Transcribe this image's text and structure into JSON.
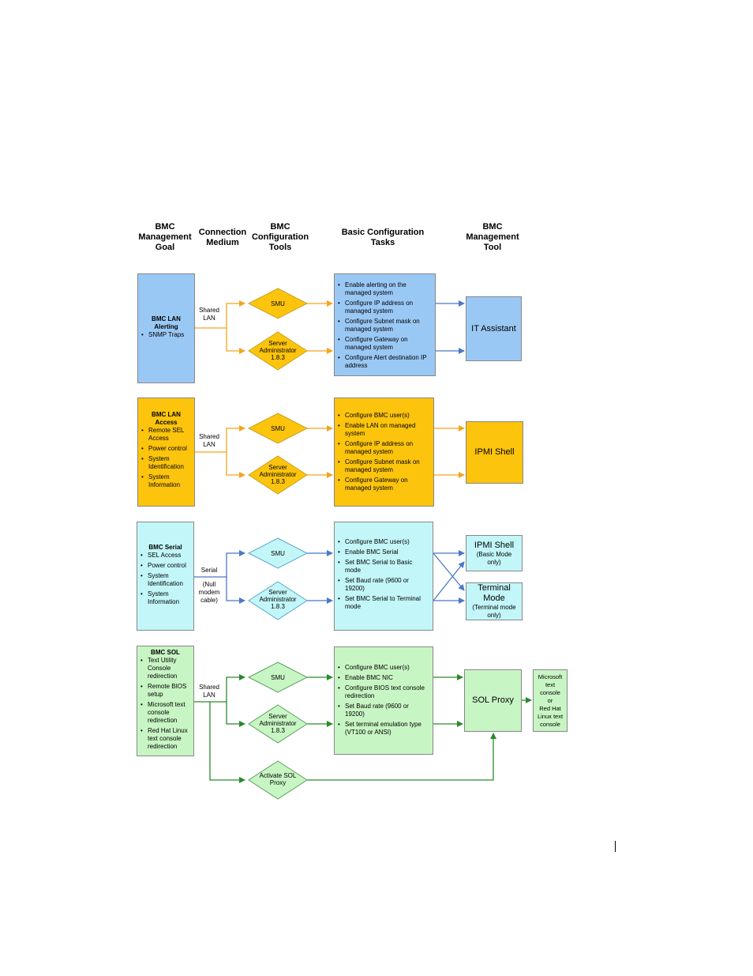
{
  "headers": {
    "goal": "BMC\nManagement\nGoal",
    "medium": "Connection\nMedium",
    "tools": "BMC\nConfiguration\nTools",
    "tasks": "Basic Configuration\nTasks",
    "mgmt_tool": "BMC\nManagement\nTool"
  },
  "colors": {
    "blue_fill": "#9ac8f5",
    "orange_fill": "#fcc40c",
    "cyan_fill": "#c2f6f8",
    "green_fill": "#c8f5c4",
    "orange_line": "#f3a51d",
    "blue_line": "#4a78c8",
    "green_line": "#2a8a2a"
  },
  "rows": [
    {
      "goal_title": "BMC LAN\nAlerting",
      "goal_items": [
        "SNMP Traps"
      ],
      "medium": "Shared\nLAN",
      "tool_a": "SMU",
      "tool_b": [
        "Server",
        "Administrator",
        "1.8.3"
      ],
      "tasks": [
        "Enable alerting on the managed system",
        "Configure IP address on managed system",
        "Configure Subnet mask on managed system",
        "Configure Gateway on managed system",
        "Configure Alert destination IP address"
      ],
      "mgmt": [
        {
          "title": "IT Assistant",
          "sub": ""
        }
      ]
    },
    {
      "goal_title": "BMC LAN\nAccess",
      "goal_items": [
        "Remote SEL Access",
        "Power control",
        "System Identification",
        "System Information"
      ],
      "medium": "Shared\nLAN",
      "tool_a": "SMU",
      "tool_b": [
        "Server",
        "Administrator",
        "1.8.3"
      ],
      "tasks": [
        "Configure BMC user(s)",
        "Enable LAN on managed system",
        "Configure IP address on managed system",
        "Configure Subnet mask on managed system",
        "Configure Gateway on managed system"
      ],
      "mgmt": [
        {
          "title": "IPMI Shell",
          "sub": ""
        }
      ]
    },
    {
      "goal_title": "BMC Serial",
      "goal_items": [
        "SEL Access",
        "Power control",
        "System Identification",
        "System Information"
      ],
      "medium": "Serial",
      "medium_note": "(Null\nmodem\ncable)",
      "tool_a": "SMU",
      "tool_b": [
        "Server",
        "Administrator",
        "1.8.3"
      ],
      "tasks": [
        "Configure BMC user(s)",
        "Enable BMC Serial",
        "Set BMC Serial to Basic mode",
        "Set Baud rate (9600 or 19200)",
        "Set BMC Serial to Terminal mode"
      ],
      "mgmt": [
        {
          "title": "IPMI Shell",
          "sub": "(Basic Mode\nonly)"
        },
        {
          "title": "Terminal\nMode",
          "sub": "(Terminal mode\nonly)"
        }
      ]
    },
    {
      "goal_title": "BMC SOL",
      "goal_items": [
        "Text Utility Console redirection",
        "Remote BIOS setup",
        "Microsoft text console redirection",
        "Red Hat Linux text console redirection"
      ],
      "medium": "Shared\nLAN",
      "tool_a": "SMU",
      "tool_b": [
        "Server",
        "Administrator",
        "1.8.3"
      ],
      "tool_c": [
        "Activate SOL",
        "Proxy"
      ],
      "tasks": [
        "Configure BMC user(s)",
        "Enable BMC NIC",
        "Configure BIOS text console redirection",
        "Set Baud rate (9600 or 19200)",
        "Set terminal emulation type (VT100 or ANSI)"
      ],
      "mgmt": [
        {
          "title": "SOL Proxy",
          "sub": ""
        }
      ],
      "console": "Microsoft\ntext\nconsole\nor\nRed Hat\nLinux text\nconsole"
    }
  ]
}
